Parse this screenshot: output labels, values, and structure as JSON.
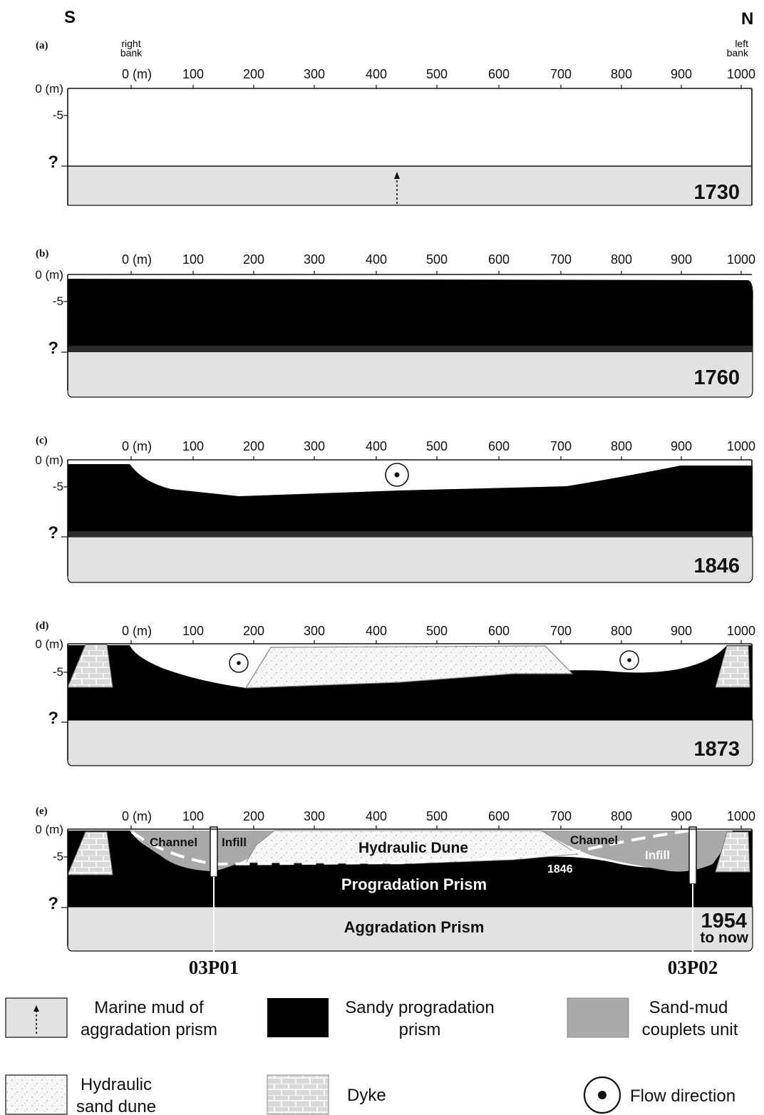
{
  "orientation": {
    "south": "S",
    "north": "N"
  },
  "bank_labels": {
    "right": [
      "right",
      "bank"
    ],
    "left": [
      "left",
      "bank"
    ]
  },
  "x_ticks": [
    "0 (m)",
    "100",
    "200",
    "300",
    "400",
    "500",
    "600",
    "700",
    "800",
    "900",
    "1000"
  ],
  "depth_labels": {
    "zero": "0 (m)",
    "minus5": "-5",
    "unknown": "?"
  },
  "panels": [
    {
      "label": "(a)",
      "year": "1730"
    },
    {
      "label": "(b)",
      "year": "1760"
    },
    {
      "label": "(c)",
      "year": "1846"
    },
    {
      "label": "(d)",
      "year": "1873"
    },
    {
      "label": "(e)",
      "year": "1954",
      "year_sub": "to now"
    }
  ],
  "panel_e_labels": {
    "channel_left": "Channel",
    "infill_left": "Infill",
    "hydraulic_dune": "Hydraulic Dune",
    "channel_right": "Channel",
    "infill_right": "Infill",
    "line_1846": "1846",
    "progradation": "Progradation Prism",
    "aggradation": "Aggradation Prism"
  },
  "cores": [
    "03P01",
    "03P02"
  ],
  "legend": [
    {
      "key": "marine-mud",
      "lines": [
        "Marine mud of",
        "aggradation prism"
      ]
    },
    {
      "key": "sandy-progradation",
      "lines": [
        "Sandy progradation",
        "prism"
      ]
    },
    {
      "key": "sand-mud-couplets",
      "lines": [
        "Sand-mud",
        "couplets unit"
      ]
    },
    {
      "key": "hydraulic-sand-dune",
      "lines": [
        "Hydraulic",
        "sand dune"
      ]
    },
    {
      "key": "dyke",
      "lines": [
        "Dyke"
      ]
    },
    {
      "key": "flow-direction",
      "lines": [
        "Flow direction"
      ]
    }
  ],
  "colors": {
    "mud": "#e2e2e2",
    "sand": "#000000",
    "couplets": "#a9a9a9",
    "dune": "#f6f6f6",
    "dyke": "#d6d6d6",
    "outline": "#111111"
  }
}
